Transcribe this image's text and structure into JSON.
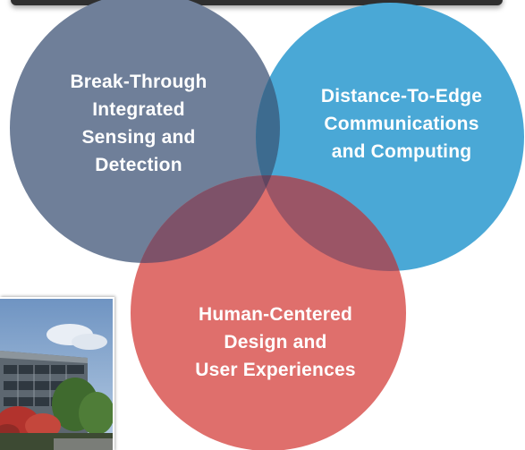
{
  "diagram": {
    "circles": [
      {
        "id": "sensing",
        "label": "Break-Through\nIntegrated\nSensing and\nDetection",
        "color": "#6f7f99"
      },
      {
        "id": "edge",
        "label": "Distance-To-Edge\nCommunications\nand Computing",
        "color": "#4aa8d6"
      },
      {
        "id": "human",
        "label": "Human-Centered\nDesign and\nUser Experiences",
        "color": "#df6f6c"
      }
    ]
  },
  "photo": {
    "subject": "office building with trees"
  }
}
